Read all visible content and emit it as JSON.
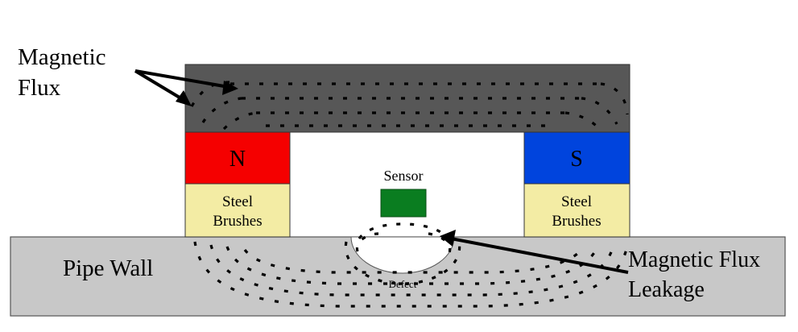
{
  "labels": {
    "magnetic_flux_line1": "Magnetic",
    "magnetic_flux_line2": "Flux",
    "north_pole": "N",
    "south_pole": "S",
    "sensor": "Sensor",
    "brush_left_line1": "Steel",
    "brush_left_line2": "Brushes",
    "brush_right_line1": "Steel",
    "brush_right_line2": "Brushes",
    "pipe_wall": "Pipe Wall",
    "defect": "Defect",
    "leakage_line1": "Magnetic Flux",
    "leakage_line2": "Leakage"
  },
  "colors": {
    "yoke": "#575757",
    "north": "#f50000",
    "south": "#0044dd",
    "brush": "#f3eca4",
    "sensor": "#0a7d20",
    "pipe": "#c8c8c8",
    "defect": "#ffffff",
    "flux": "#000000",
    "outline": "#333333"
  }
}
